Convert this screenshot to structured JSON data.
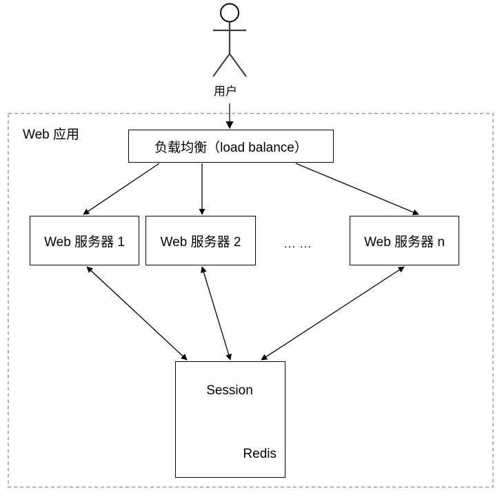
{
  "diagram": {
    "title_label": "Web 应用",
    "actor": {
      "name": "actor-user",
      "label": "用户"
    },
    "container": {
      "label": "Web 应用",
      "style": "dashed"
    },
    "nodes": [
      {
        "id": "load-balancer",
        "label": "负载均衡（load balance）"
      },
      {
        "id": "web-server-1",
        "label": "Web 服务器 1"
      },
      {
        "id": "web-server-2",
        "label": "Web 服务器 2"
      },
      {
        "id": "web-server-n",
        "label": "Web 服务器 n"
      },
      {
        "id": "redis",
        "label": "Redis"
      }
    ],
    "ellipsis": "... ...",
    "datastore": {
      "id": "session-cylinder",
      "label": "Session"
    },
    "edges": [
      {
        "from": "用户",
        "to": "负载均衡（load balance）",
        "arrow": "single"
      },
      {
        "from": "负载均衡（load balance）",
        "to": "Web 服务器 1",
        "arrow": "single"
      },
      {
        "from": "负载均衡（load balance）",
        "to": "Web 服务器 2",
        "arrow": "single"
      },
      {
        "from": "负载均衡（load balance）",
        "to": "Web 服务器 n",
        "arrow": "single"
      },
      {
        "from": "Web 服务器 1",
        "to": "Redis",
        "arrow": "double"
      },
      {
        "from": "Web 服务器 2",
        "to": "Redis",
        "arrow": "double"
      },
      {
        "from": "Web 服务器 n",
        "to": "Redis",
        "arrow": "double"
      }
    ],
    "colors": {
      "stroke": "#000000",
      "background": "#ffffff",
      "container_border": "#999999"
    }
  }
}
